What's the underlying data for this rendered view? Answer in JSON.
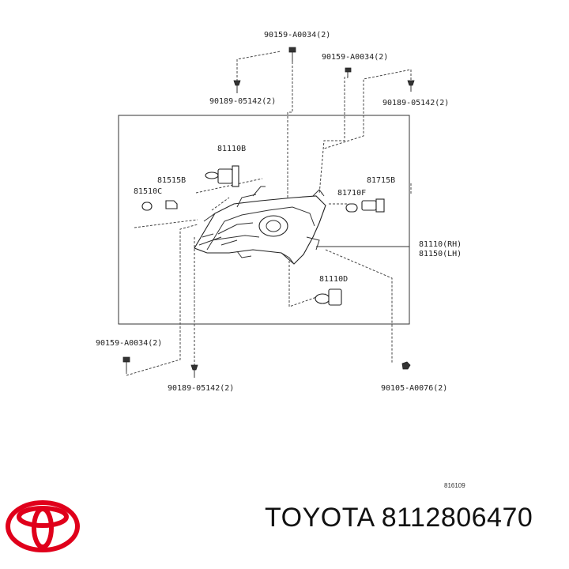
{
  "callouts": {
    "top_center": "90159-A0034(2)",
    "top_right_bolt": "90159-A0034(2)",
    "top_left_clip": "90189-05142(2)",
    "top_right_clip": "90189-05142(2)",
    "bulb_high": "81110B",
    "socket_left": "81515B",
    "bulb_side_left": "81510C",
    "bulb_side_right": "81710F",
    "socket_right": "81715B",
    "assembly_rh": "81110(RH)",
    "assembly_lh": "81150(LH)",
    "bulb_low": "81110D",
    "bottom_left_bolt": "90159-A0034(2)",
    "bottom_left_clip": "90189-05142(2)",
    "bottom_right_screw": "90105-A0076(2)"
  },
  "figure_ref": "816109",
  "brand": {
    "text": "TOYOTA 8112806470",
    "logo_color": "#e0001b"
  }
}
